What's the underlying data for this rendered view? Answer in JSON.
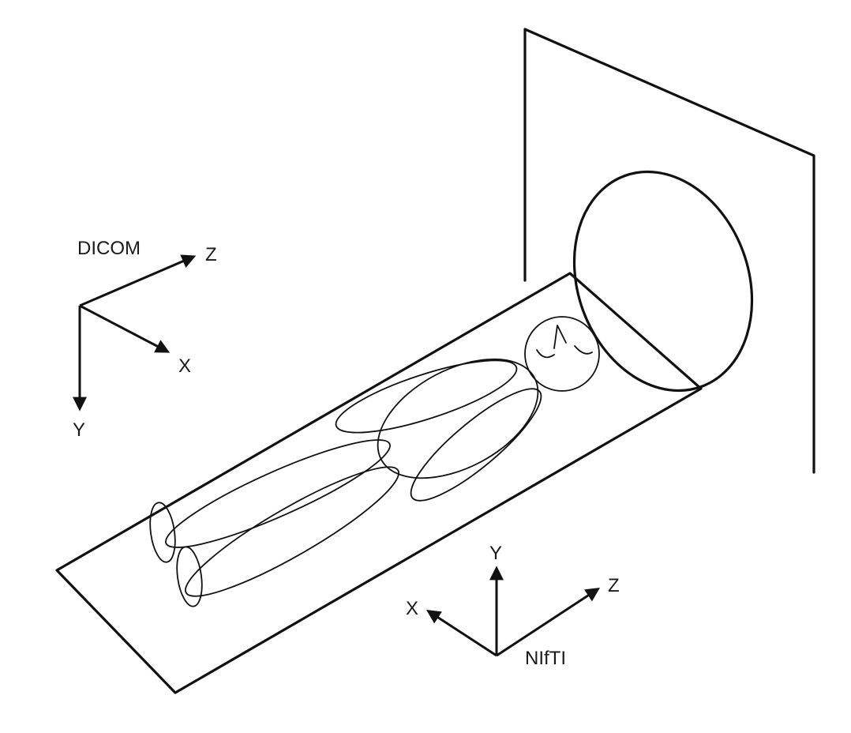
{
  "dicom": {
    "title": "DICOM",
    "axis_z": "Z",
    "axis_x": "X",
    "axis_y": "Y"
  },
  "nifti": {
    "title": "NIfTI",
    "axis_y": "Y",
    "axis_z": "Z",
    "axis_x": "X"
  },
  "colors": {
    "line": "#111111",
    "background": "#ffffff"
  }
}
